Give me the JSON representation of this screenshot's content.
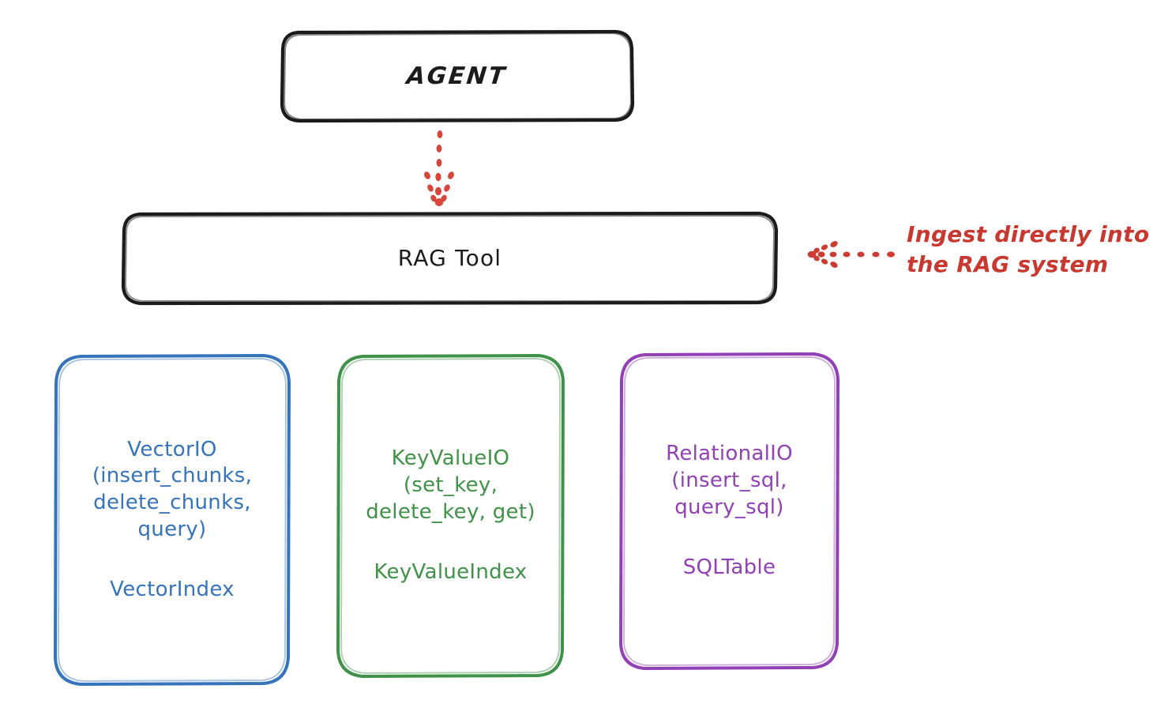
{
  "diagram": {
    "title": "RAG Tool architecture diagram",
    "background": "#ffffff",
    "style": "hand-drawn excalidraw sketch",
    "nodes": {
      "agent": {
        "label": "AGENT",
        "stroke": "#1b1b1b",
        "shape": "rounded-rectangle"
      },
      "rag_tool": {
        "label": "RAG Tool",
        "stroke": "#1b1b1b",
        "shape": "rounded-rectangle"
      },
      "vector_io": {
        "api_label": "VectorIO\n(insert_chunks,\ndelete_chunks,\nquery)",
        "index_label": "VectorIndex",
        "stroke": "#3573bb",
        "shape": "rounded-rectangle"
      },
      "key_value_io": {
        "api_label": "KeyValueIO\n(set_key,\ndelete_key, get)",
        "index_label": "KeyValueIndex",
        "stroke": "#3f9247",
        "shape": "rounded-rectangle"
      },
      "relational_io": {
        "api_label": "RelationalIO\n(insert_sql,\nquery_sql)",
        "index_label": "SQLTable",
        "stroke": "#9140b5",
        "shape": "rounded-rectangle"
      }
    },
    "connectors": {
      "agent_to_rag": {
        "name": "dotted-arrow-down",
        "color": "#d9443b",
        "direction": "down"
      },
      "ingest_arrow": {
        "name": "dotted-arrow-left",
        "color": "#cc3c33",
        "direction": "left"
      }
    },
    "annotation": {
      "text": "Ingest directly into\nthe RAG system",
      "color": "#c8382f"
    }
  }
}
